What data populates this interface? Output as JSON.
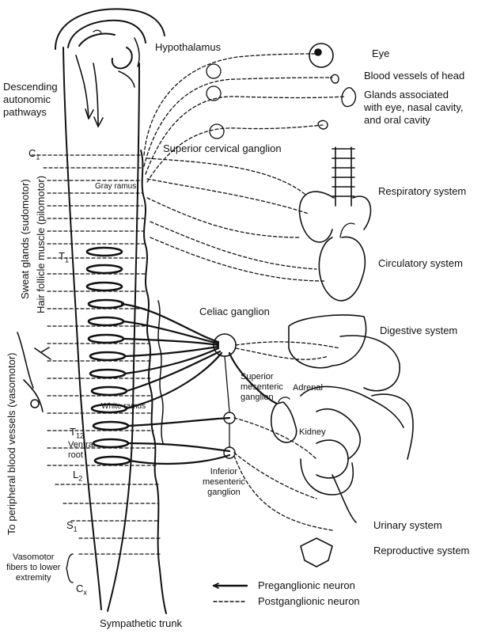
{
  "labels": {
    "hypothalamus": "Hypothalamus",
    "descending": "Descending\nautonomic\npathways",
    "eye": "Eye",
    "blood_vessels_head": "Blood vessels of head",
    "glands": "Glands associated\nwith eye, nasal cavity,\nand oral cavity",
    "c1": {
      "letter": "C",
      "sub": "1"
    },
    "superior_cervical": "Superior cervical ganglion",
    "gray_ramus": "Gray ramus",
    "respiratory": "Respiratory system",
    "sweat_glands": "Sweat glands (sudomotor)",
    "hair_follicle": "Hair follicle muscle (pilomotor)",
    "t1": {
      "letter": "T",
      "sub": "1"
    },
    "circulatory": "Circulatory system",
    "celiac": "Celiac ganglion",
    "digestive": "Digestive system",
    "superior_mesenteric": "Superior\nmesenteric\nganglion",
    "adrenal": "Adrenal",
    "white_ramus": "White ramus",
    "kidney": "Kidney",
    "t12": {
      "letter": "T",
      "sub": "12"
    },
    "ventral_root": "Ventral\nroot",
    "l2": {
      "letter": "L",
      "sub": "2"
    },
    "peripheral_vessels": "To peripheral blood\nvessels (vasomotor)",
    "inferior_mesenteric": "Inferior\nmesenteric\nganglion",
    "s1": {
      "letter": "S",
      "sub": "1"
    },
    "urinary": "Urinary system",
    "reproductive": "Reproductive system",
    "vasomotor_fibers": "Vasomotor\nfibers to lower\nextremity",
    "cx": {
      "letter": "C",
      "sub": "x"
    },
    "sympathetic_trunk": "Sympathetic trunk"
  },
  "legend": {
    "preganglionic": "Preganglionic neuron",
    "postganglionic": "Postganglionic neuron"
  },
  "colors": {
    "ink": "#111111",
    "background": "#ffffff"
  }
}
